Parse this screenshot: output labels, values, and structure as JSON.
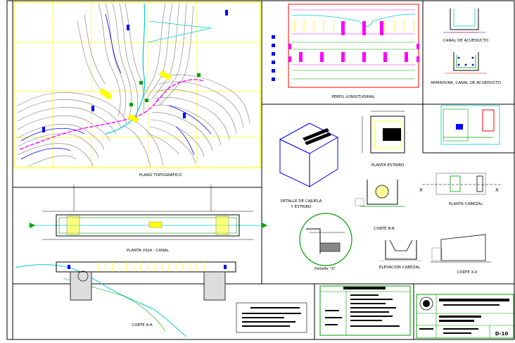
{
  "labels": {
    "plano_topografico": "PLANO TOPOGRAFICO",
    "perfil_longitudinal": "PERFIL LONGITUDINAL",
    "canal_acueducto": "CANAL DE ACUEDUCTO",
    "armadura": "ARMADURA, CANAL DE ACUEDUCTO",
    "planta_estribo": "PLANTA ESTRIBO",
    "detalle_cajuela_1": "DETALLE DE CAJUELA",
    "detalle_cajuela_2": "Y ESTRIBO",
    "planta_cabezal": "PLANTA CABEZAL",
    "corte_bb": "CORTE B-B",
    "planta_viga_canal": "PLANTA VIGA - CANAL",
    "detalle_3": "Detalle \"3\"",
    "elevacion_cabezal": "ELEVACION CABEZAL",
    "corte_xx": "CORTE X-X",
    "corte_aa": "CORTE A-A",
    "marker_x_left": "X",
    "marker_x_right": "X",
    "sheet_number": "D-10"
  },
  "colors": {
    "frame": "#000000",
    "topo_border": "#ffff00",
    "topo_lines": "#888888",
    "canal": "#ff00ff",
    "river": "#00cccc",
    "blue": "#0000ff",
    "green": "#00a000",
    "magenta": "#ff00ff",
    "red": "#ff0000",
    "cyan": "#00cccc",
    "yellow": "#ffff00"
  }
}
